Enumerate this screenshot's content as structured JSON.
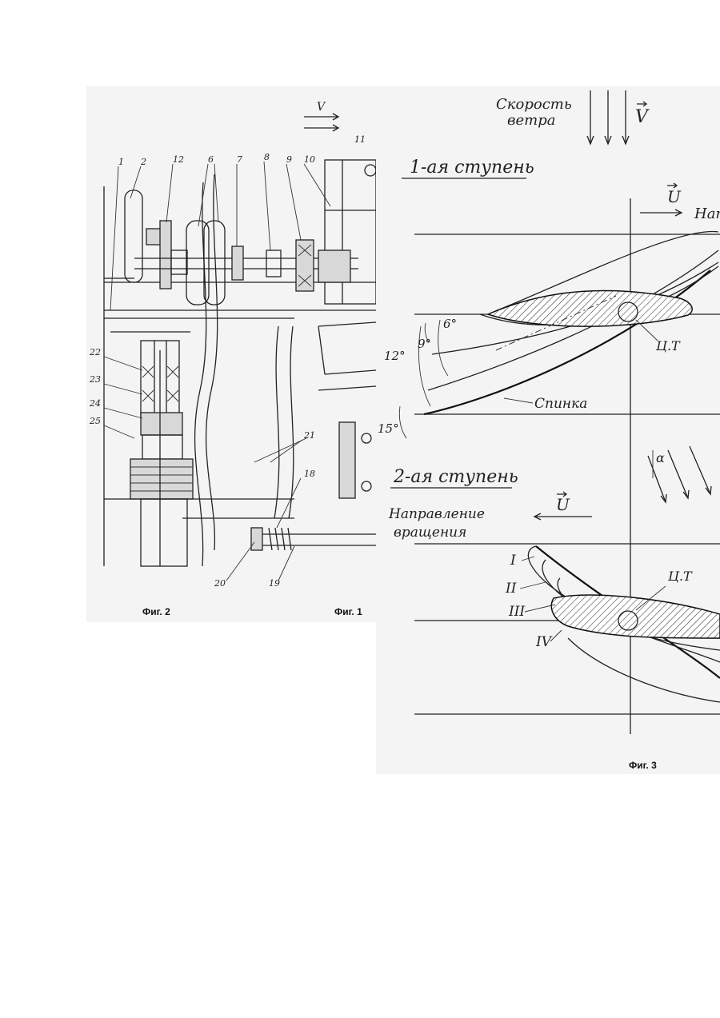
{
  "fig1": {
    "caption": "Фиг. 1",
    "part_numbers": [
      "1",
      "2",
      "12",
      "6",
      "7",
      "8",
      "9",
      "10",
      "11",
      "22",
      "23",
      "24",
      "25",
      "21",
      "18",
      "20",
      "19"
    ],
    "velocity_label": "V"
  },
  "fig2": {
    "caption": "Фиг. 2"
  },
  "fig3": {
    "caption": "Фиг. 3",
    "wind_label": "Скорость ветра",
    "wind_label_line1": "Скорость",
    "wind_label_line2": "ветра",
    "v_vector": "V",
    "stage1_title": "1-ая ступень",
    "stage2_title": "2-ая ступень",
    "u_vector": "U",
    "direction_partial": "Нап",
    "rotation_direction_line1": "Направление",
    "rotation_direction_line2": "вращения",
    "angles": [
      "6°",
      "9°",
      "12°",
      "15°"
    ],
    "alpha": "α",
    "back_label": "Спинка",
    "center_label": "Ц.Т",
    "positions": [
      "I",
      "II",
      "III",
      "IV"
    ]
  }
}
